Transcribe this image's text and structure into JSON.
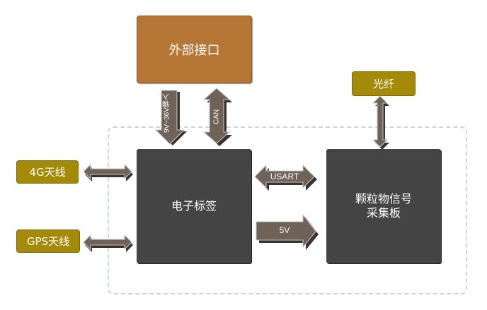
{
  "nodes": {
    "external_interface": {
      "label": "外部接口",
      "color": "#b57535"
    },
    "electronic_tag": {
      "label": "电子标签",
      "color": "#444444"
    },
    "pm_board": {
      "label_line1": "颗粒物信号",
      "label_line2": "采集板",
      "color": "#444444"
    },
    "antenna_4g": {
      "label": "4G天线",
      "color": "#a38a08"
    },
    "antenna_gps": {
      "label": "GPS天线",
      "color": "#a38a08"
    },
    "fiber": {
      "label": "光纤",
      "color": "#a38a08"
    }
  },
  "connections": {
    "power_in": {
      "label": "9V~36V输入",
      "direction": "down"
    },
    "can": {
      "label": "CAN",
      "direction": "bidirectional"
    },
    "usart": {
      "label": "USART",
      "direction": "bidirectional"
    },
    "power_5v": {
      "label": "5V",
      "direction": "right"
    },
    "link_4g": {
      "label": "",
      "direction": "bidirectional"
    },
    "link_gps": {
      "label": "",
      "direction": "bidirectional"
    },
    "link_fiber": {
      "label": "",
      "direction": "bidirectional"
    }
  },
  "colors": {
    "arrow_fill": "#6e6259",
    "arrow_shadow": "#3a3330",
    "dashed_border": "#ccd6d9"
  }
}
